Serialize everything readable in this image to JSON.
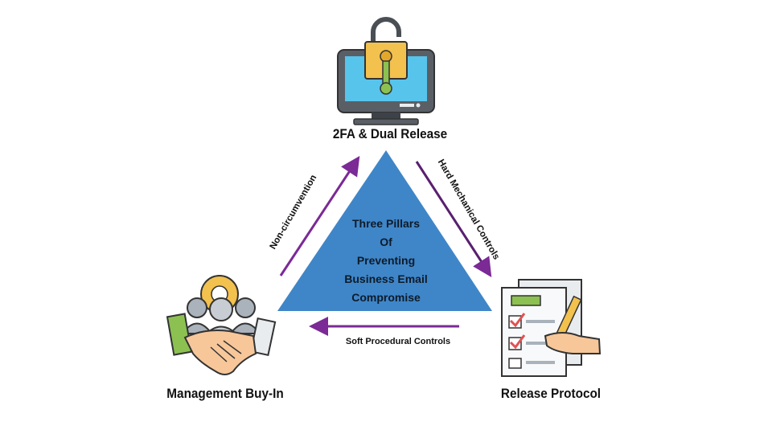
{
  "nodes": {
    "top": {
      "label": "2FA & Dual Release",
      "icon": "computer-lock-icon"
    },
    "left": {
      "label": "Management Buy-In",
      "icon": "team-handshake-icon"
    },
    "right": {
      "label": "Release Protocol",
      "icon": "checklist-clipboard-icon"
    }
  },
  "center": {
    "lines": [
      "Three Pillars",
      "Of",
      "Preventing",
      "Business Email",
      "Compromise"
    ]
  },
  "edges": {
    "left": "Non-circumvention",
    "right": "Hard Mechanical Controls",
    "bottom": "Soft Procedural Controls"
  },
  "colors": {
    "triangle": "#3f86c8",
    "arrow": "#7b2a96"
  }
}
